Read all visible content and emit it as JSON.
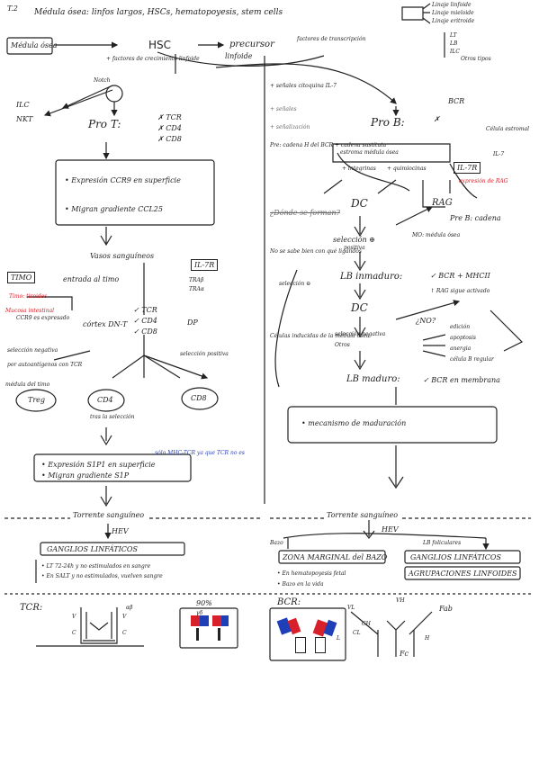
{
  "header": {
    "num": "T.2",
    "title": "Médula ósea: linfos largos, HSCs, hematopoyesis, stem cells",
    "branch_a": "Linaje linfoide",
    "branch_b": "Linaje mieloide",
    "branch_c": "Linaje eritroide",
    "legend_lines": [
      "LT",
      "LB",
      "ILC",
      "Otros tipos"
    ]
  },
  "top": {
    "medula_label": "Médula ósea",
    "hsc": "HSC",
    "precursor": "precursor",
    "factors": "factores de transcripción",
    "linfoide": "linfoide",
    "vascular": "+ factores de crecimiento linfoide",
    "signal_label": "Notch",
    "ilc": "ILC",
    "nkt": "NKT",
    "pre_b_signal": "+ señales citoquina IL-7"
  },
  "left": {
    "pro_t": "Pro T:",
    "tcr_b": "✗ TCR",
    "cd4": "✗ CD4",
    "cd8": "✗ CD8",
    "box_line1": "• Expresión CCR9 en superficie",
    "box_line2": "• Migran gradiente CCL25",
    "vasos": "Vasos sanguíneos",
    "timo": "TIMO",
    "entrada": "entrada al timo",
    "il7r": "IL-7R",
    "trab1": "TRAβ",
    "trab2": "TRAα",
    "red_note1": "Timo: tiroides",
    "red_note2": "Mucosa intestinal",
    "ccr9": "CCR9 es expresado",
    "doble_neg": "córtex DN-T",
    "tcr_ok": "✓ TCR",
    "cd4_ok": "✓ CD4",
    "cd8_ok": "✓ CD8",
    "dp": "DP",
    "sel_neg": "selección negativa",
    "sel_neg_sub": "por autoantígenos con TCR",
    "sel_pos": "selección positiva",
    "treg": "Treg",
    "cd4_cell": "CD4",
    "cd8_cell": "CD8",
    "tras": "tras la selección",
    "medula_cell": "médula del timo",
    "box2_line1": "• Expresión S1P1 en superficie",
    "box2_line2": "• Migran gradiente S1P",
    "blue_note": "sólo MHC-TCR ya que TCR no es",
    "torrente": "Torrente sanguíneo",
    "hev": "HEV",
    "ganglios": "GANGLIOS LINFÁTICOS",
    "gl_line1": "• LT 72-24h y no estimulados en sangre",
    "gl_line2": "• En SALT y no estimulados, vuelven sangre"
  },
  "right": {
    "b_sig1": "+ señales",
    "b_sig2": "+ señalización",
    "pro_b": "Pro B:",
    "bcr_x": "✗",
    "bcr": "BCR",
    "side_note": "Célula estromal",
    "il7": "IL-7",
    "pre_b_detail": "Pre: cadena H del BCR + cadena sustituta",
    "stromal_box": "estroma médula ósea",
    "tree_a": "+ integrinas",
    "tree_b": "+ quimiocinas",
    "il7r": "IL-7R",
    "dc_cross": "¿Dónde se forman?",
    "dc": "DC",
    "rag": "RAG",
    "pre_b": "Pre B: cadena",
    "red_small": "expresión de RAG",
    "seleccion": "selección ⊕",
    "positiva": "positiva",
    "no_sabe": "No se sabe bien con qué ligandos",
    "mo_note": "MO: médula ósea",
    "sel_circle": "selección ⊖",
    "lb_inmaduro": "LB inmaduro:",
    "bcr_mhc": "✓ BCR + MHCII",
    "rag_activ": "↑ RAG sigue activado",
    "dc2": "DC",
    "sel_neg": "selección negativa",
    "otros": "Otros",
    "edicion": "edición",
    "apoptosis": "apoptosis",
    "anergia": "anergia",
    "celulas_b": "célula B regular",
    "no_q": "¿NO?",
    "cel_info": "Células inducidas de la médula ósea",
    "lb_maduro": "LB maduro:",
    "bcr_maduro": "✓ BCR en membrana",
    "box_line": "• mecanismo de maduración",
    "torrente": "Torrente sanguíneo",
    "hev": "HEV",
    "bazo": "Bazo",
    "zona": "ZONA MARGINAL del BAZO",
    "lb_fol": "LB foliculares",
    "ganglios": "GANGLIOS LINFÁTICOS",
    "agrup": "AGRUPACIONES LINFOIDES",
    "fetal": "• En hematopoyesis fetal",
    "bazo_note": "• Bazo en la vida"
  },
  "bottom": {
    "tcr_label": "TCR:",
    "alpha_beta": "αβ",
    "num_90": "90%",
    "gamma_delta": "γδ",
    "c_label": "C",
    "v_label": "V",
    "v2": "V",
    "c2": "C",
    "bcr_label": "BCR:",
    "fab": "Fab",
    "fc": "Fc",
    "ch1": "CH",
    "cl": "CL",
    "vl": "VL",
    "vh": "VH",
    "l_label": "L",
    "h_label": "H"
  }
}
